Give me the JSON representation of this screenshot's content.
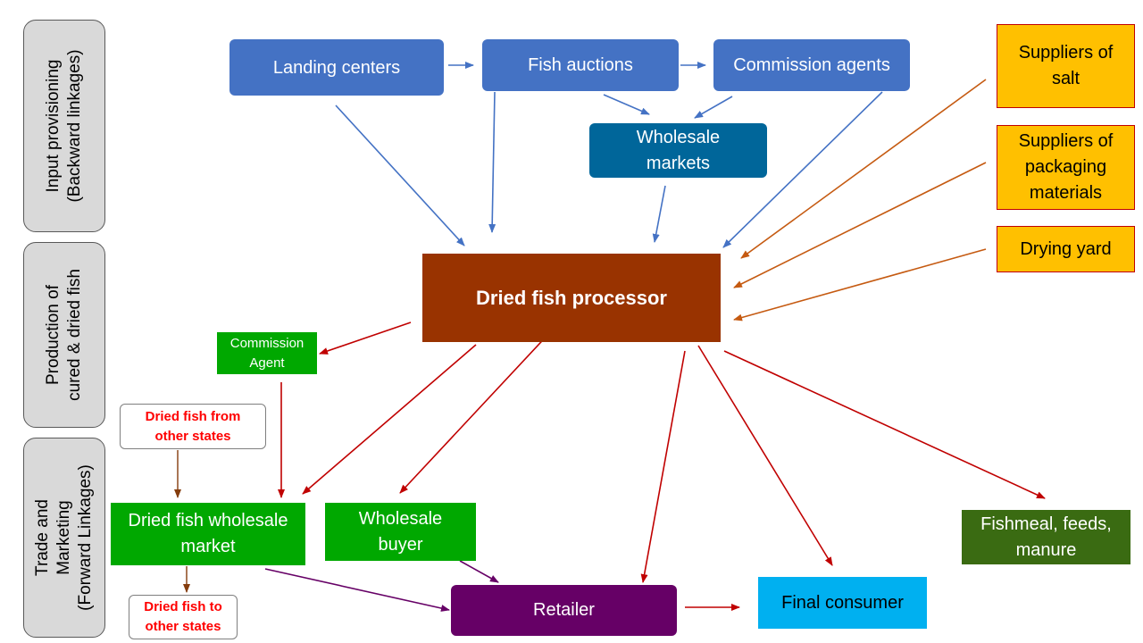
{
  "stages": {
    "input": "Input provisioning\n(Backward linkages)",
    "production": "Production of\ncured & dried fish",
    "trade": "Trade and\nMarketing\n(Forward Linkages)"
  },
  "nodes": {
    "landing_centers": "Landing centers",
    "fish_auctions": "Fish auctions",
    "commission_agents": "Commission agents",
    "wholesale_markets": "Wholesale\nmarkets",
    "suppliers_salt": "Suppliers of\nsalt",
    "suppliers_packaging": "Suppliers of\npackaging\nmaterials",
    "drying_yard": "Drying yard",
    "processor": "Dried fish processor",
    "commission_agent": "Commission\nAgent",
    "dried_fish_from_other_states": "Dried fish from\nother states",
    "dried_fish_wholesale_market": "Dried fish wholesale\nmarket",
    "wholesale_buyer": "Wholesale\nbuyer",
    "fishmeal": "Fishmeal, feeds,\nmanure",
    "dried_fish_to_other_states": "Dried fish to\nother states",
    "retailer": "Retailer",
    "final_consumer": "Final consumer"
  },
  "colors": {
    "input_arrow": "#4472c4",
    "supplier_arrow": "#c55a11",
    "output_arrow": "#c00000",
    "other_states_arrow": "#843c0c",
    "retail_arrow": "#660066"
  }
}
